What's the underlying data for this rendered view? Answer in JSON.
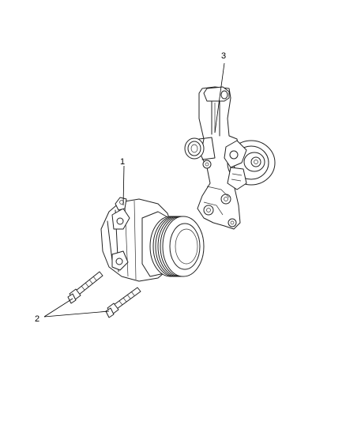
{
  "callouts": [
    {
      "id": "1",
      "label": "1"
    },
    {
      "id": "2",
      "label": "2"
    },
    {
      "id": "3",
      "label": "3"
    }
  ],
  "parts": [
    {
      "callout": "1",
      "icon": "ac-compressor-icon"
    },
    {
      "callout": "2",
      "icon": "bolt-icon"
    },
    {
      "callout": "3",
      "icon": "bracket-tensioner-icon"
    }
  ]
}
